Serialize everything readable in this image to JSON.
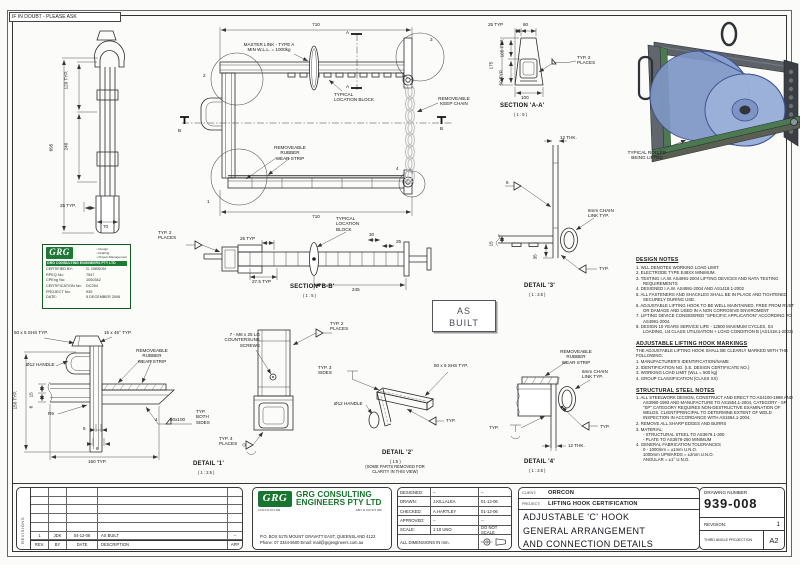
{
  "frame": {
    "doubt": "IF IN DOUBT - PLEASE ASK"
  },
  "side": {
    "d120": "120 TYP.",
    "d240": "240",
    "d695": "695",
    "d25": "25 TYP.",
    "d70": "70"
  },
  "plan": {
    "dim_top": "710",
    "dim_bottom": "710",
    "master_link": "MASTER LINK - TYPE A\nMIN W.L.L. = 1000kg",
    "location_block": "TYPICAL\nLOCATION BLOCK",
    "wear_strip": "REMOVEABLE RUBBER\nWEAR STRIP",
    "keep_chain": "REMOVEABLE\nKEEP CHAIN",
    "balloon_1": "1",
    "balloon_2": "2",
    "balloon_3": "3",
    "balloon_4": "4",
    "section_a": "A",
    "section_b": "B"
  },
  "section_aa": {
    "title": "SECTION 'A-A'",
    "scale": "( 1 : 5 )",
    "d25": "25 TYP",
    "d60": "60",
    "d175": "175",
    "d105": "105 TYP.",
    "d50": "50 TYP.",
    "d100": "100",
    "typ2": "TYP. 2\nPLACES"
  },
  "iso": {
    "label": "TYPICAL ROLLER\nBEING LIFTED"
  },
  "section_bb": {
    "title": "SECTION 'B-B'",
    "scale": "( 1 : 5 )",
    "typ2": "TYP. 2\nPLACES",
    "d25": "25 TYP",
    "d275": "27.5 TYP",
    "d30": "30",
    "d25b": "25",
    "d245": "245",
    "location_block": "TYPICAL\nLOCATION\nBLOCK"
  },
  "detail1": {
    "title": "DETAIL '1'",
    "scale": "( 1 : 2.5 )",
    "shs": "50 x 5 SHS TYP.",
    "chamfer": "15 x 45° TYP.",
    "handle": "Ø12 HANDLE",
    "wear_strip": "REMOVEABLE RUBBER\nWEAR STRIP",
    "d150v": "150 TYP.",
    "d150h": "150 TYP.",
    "r6": "R6",
    "d15": "15",
    "d6": "6",
    "d5": "5",
    "d6b": "6",
    "weld_size": "4",
    "weld_pitch": "50x100",
    "typ_both": "TYP.\nBOTH\nSIDES"
  },
  "front_view": {
    "screws": "7 - M6 x 25 LG\nCOUNTERSUNK SCREWS",
    "typ2": "TYP. 2\nPLACES",
    "typ4": "TYP. 4\nPLACES"
  },
  "detail2": {
    "title": "DETAIL '2'",
    "scale": "( 1:5 )",
    "note": "(SOME PARTS REMOVED FOR\nCLARITY IN THIS VIEW)",
    "typ3": "TYP. 3\nSIDES",
    "shs": "50 x 5 SHS TYP.",
    "handle": "Ø12 HANDLE",
    "typ": "TYP."
  },
  "detail3": {
    "title": "DETAIL '3'",
    "scale": "( 1 : 2.5 )",
    "thk": "12 THK.",
    "chain": "6mm CHAIN\nLINK TYP.",
    "typ": "TYP.",
    "d35": "35",
    "d15": "15",
    "weld6": "6"
  },
  "detail4": {
    "title": "DETAIL '4'",
    "scale": "( 1 : 2.5 )",
    "wear_strip": "REMOVEABLE RUBBER\nWEAR STRIP",
    "chain": "6mm CHAIN\nLINK TYP.",
    "typ_left": "TYP.",
    "typ_right": "TYP.",
    "thk": "12 THK."
  },
  "as_built": "AS\nBUILT",
  "stamp": {
    "logo": "GRG",
    "services": "• Design\n• Drafting\n• Project Management",
    "company": "GRG CONSULTING ENGINEERS PTY LTD",
    "rows": [
      {
        "label": "CERTIFIED BY:",
        "value": "G. GIBSON"
      },
      {
        "label": "RPEQ No:",
        "value": "7547"
      },
      {
        "label": "CPEng No:",
        "value": "1050342"
      },
      {
        "label": "CERTIFICATION No:",
        "value": "DC254"
      },
      {
        "label": "PROJECT No:",
        "value": "939"
      },
      {
        "label": "DATE:",
        "value": "5 DECEMBER 2006"
      }
    ]
  },
  "notes": {
    "design": {
      "title": "DESIGN NOTES",
      "items": [
        "1.  WLL DENOTES WORKING LOAD LIMIT.",
        "2.  ELECTRODE TYPE E48XX MINIMUM.",
        "3.  TESTING I.A.W. AS4991-2004 LIFTING DEVICES AND NATA TESTING REQUIREMENTS",
        "4.  DESIGNED I.A.W. AS4991-2004 AND AS1418.1-2002",
        "5.  ALL FASTENERS AND SHACKLES SHALL BE IN PLACE AND TIGHTENED SECURELY DURING USE.",
        "6.  ADJUSTABLE LIFTING HOOK TO BE WELL MAINTAINED, FREE FROM RUST OR DAMAGE AND USED IN A NON CORROSIVE ENVIROMENT",
        "7.  LIFTING DEVICE CONSIDERED \"SPECIFIC APPLICATION\" ACCORDING TO AS4991-2004.",
        "8.  DESIGN 10 YEARS SERVICE LIFE - 12500 MAXIMUM CYCLES, S4 LOADING, U4 CLASS UTILISATION + LOAD CONDITION B (AS1418.1-2002)"
      ]
    },
    "markings": {
      "title": "ADJUSTABLE LIFTING HOOK MARKINGS",
      "intro": "THE ADJUSTABLE LIFTING HOOK SHALL BE CLEARLY MARKED WITH THE FOLLOWING:",
      "items": [
        "1.  MANUFACTURER'S IDENTIFICATION/NAME",
        "2.  IDENTIFICATION NO. (I.E. DESIGN CERTIFICATE NO.)",
        "3.  WORKING LOAD LIMIT (WLL = 500 kg)",
        "4.  GROUP CLASSIFICATION (CLASS XX)"
      ]
    },
    "steel": {
      "title": "STRUCTURAL STEEL NOTES",
      "items": [
        "1.  ALL STEELWORK DESIGN, CONSTRUCT AND ERECT TO AS4100-1998 AND AS3990-1993 AND MANUFACTURE TO AS1554.1-2004, CATEGORY - SP. \"SP\" CATEGORY REQUIRES NON-DESTRUCTIVE EXAMINATION OF WELDS. CLIENT/PRINCIPAL TO DETERMINE EXTENT OF WELD INSPECTION IN ACCORDANCE WITH AS1554.1-2004.",
        "2.  REMOVE ALL SHARP EDGES AND BURRS",
        "3.  MATERIAL:\n-  STRUCTURAL STEEL TO AS3679.1-300\n-  PLATE TO AS3678-250 MINIMUM",
        "4.  GENERAL FABRICATION TOLERANCES\n0 - 1000mm = ±1mm U.N.O.\n1000mm UPWARDS = ±2mm U.N.O.\nANGULAR = ±1° U.N.O."
      ]
    }
  },
  "titleblock": {
    "revisions": {
      "side_label": "REVISIONS",
      "headers": [
        "REV.",
        "BY",
        "DATE",
        "DESCRIPTION",
        "APP"
      ],
      "rows": [
        {
          "rev": "1",
          "by": "JDK",
          "date": "04-12-06",
          "description": "AS BUILT",
          "app": "--"
        }
      ]
    },
    "company": {
      "logo": "GRG",
      "name1": "GRG CONSULTING",
      "name2": "ENGINEERS PTY LTD",
      "acn": "ACN 010 974 289",
      "abn": "ABN 11 010 974 289",
      "address": "P.O. BOX 5175 MOUNT GRAVATT EAST, QUEENSLAND 4122",
      "contact": "Phone: 07 3344-5600 Email: mail@grgengineers.com.au"
    },
    "info": {
      "rows": [
        {
          "label": "DESIGNED:",
          "value": "--",
          "date": "--"
        },
        {
          "label": "DRAWN:",
          "value": "J.KILLALEA",
          "date": "01-12-06"
        },
        {
          "label": "CHECKED:",
          "value": "A.HARTLEY",
          "date": "01-12-06"
        },
        {
          "label": "APPROVED:",
          "value": "--",
          "date": "--"
        },
        {
          "label": "SCALE:",
          "value": "1:10 UNO",
          "date": "DO NOT SCALE"
        }
      ],
      "dims_note": "ALL DIMENSIONS IN mm."
    },
    "client": {
      "client_label": "CLIENT:",
      "client": "ORRCON",
      "project_label": "PROJECT:",
      "project": "LIFTING HOOK CERTIFICATION",
      "title1": "ADJUSTABLE 'C' HOOK",
      "title2": "GENERAL ARRANGEMENT",
      "title3": "AND CONNECTION DETAILS"
    },
    "number": {
      "label": "DRAWING NUMBER",
      "value": "939-008",
      "revision_label": "REVISION:",
      "revision": "1",
      "projection_label": "THIRD ANGLE PROJECTION",
      "sheet": "A2"
    }
  }
}
